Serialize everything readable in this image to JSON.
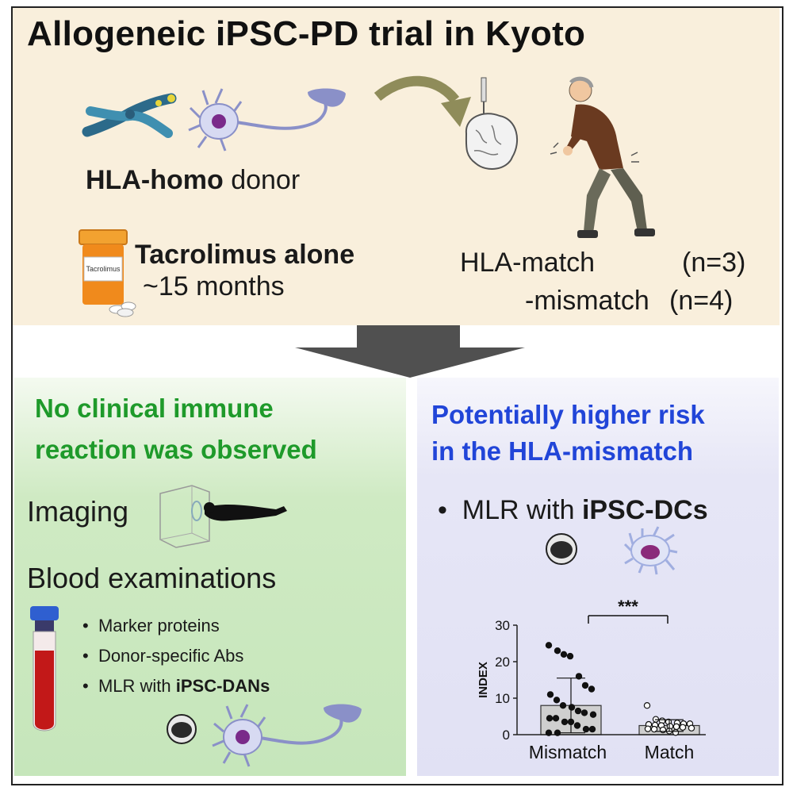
{
  "title": "Allogeneic iPSC-PD trial in Kyoto",
  "donor": {
    "bold": "HLA-homo",
    "rest": " donor"
  },
  "drug": {
    "bottle_label": "Tacrolimus",
    "name": "Tacrolimus alone",
    "duration": "~15 months"
  },
  "groups": [
    {
      "label": "HLA-match",
      "n": "(n=3)"
    },
    {
      "label": "-mismatch",
      "n": "(n=4)"
    }
  ],
  "left": {
    "heading_line1": "No clinical immune",
    "heading_line2": "reaction was observed",
    "imaging": "Imaging",
    "blood": "Blood examinations",
    "bullets": [
      "Marker proteins",
      "Donor-specific Abs"
    ],
    "mlr_prefix": "MLR with ",
    "mlr_bold": "iPSC-DANs"
  },
  "right": {
    "heading_line1": "Potentially higher risk",
    "heading_line2": "in the HLA-mismatch",
    "mlr_prefix": "MLR with ",
    "mlr_bold": "iPSC-DCs"
  },
  "colors": {
    "background_top": "#f9efdc",
    "green_heading": "#1e9a2a",
    "blue_heading": "#2145d8",
    "arrow_gray": "#505050",
    "curved_arrow": "#8f8c5a"
  },
  "icons": [
    "chromosome-icon",
    "neuron-icon",
    "pill-bottle-icon",
    "brain-icon",
    "patient-icon",
    "pet-scanner-icon",
    "blood-tube-icon",
    "lymphocyte-icon",
    "dendritic-cell-icon"
  ],
  "chart_data": {
    "type": "bar",
    "ylabel": "INDEX",
    "ylim": [
      0,
      30
    ],
    "yticks": [
      0,
      10,
      20,
      30
    ],
    "categories": [
      "Mismatch",
      "Match"
    ],
    "values": [
      8,
      2.5
    ],
    "error": [
      7.5,
      1.6
    ],
    "significance": "***",
    "points": {
      "Mismatch": [
        24.5,
        23,
        22,
        21.5,
        16,
        13.5,
        12.5,
        11,
        9.5,
        8,
        7.5,
        6.5,
        6,
        5.5,
        4.5,
        4.5,
        3.5,
        3.5,
        2.5,
        1.5,
        1.5,
        0.5,
        0.5
      ],
      "Match": [
        8,
        4.2,
        3.8,
        3.5,
        3.2,
        3,
        3,
        2.8,
        2.6,
        2.5,
        2.3,
        2.2,
        2,
        1.8,
        1.6,
        1.5,
        1.3,
        1,
        0.6
      ]
    }
  }
}
